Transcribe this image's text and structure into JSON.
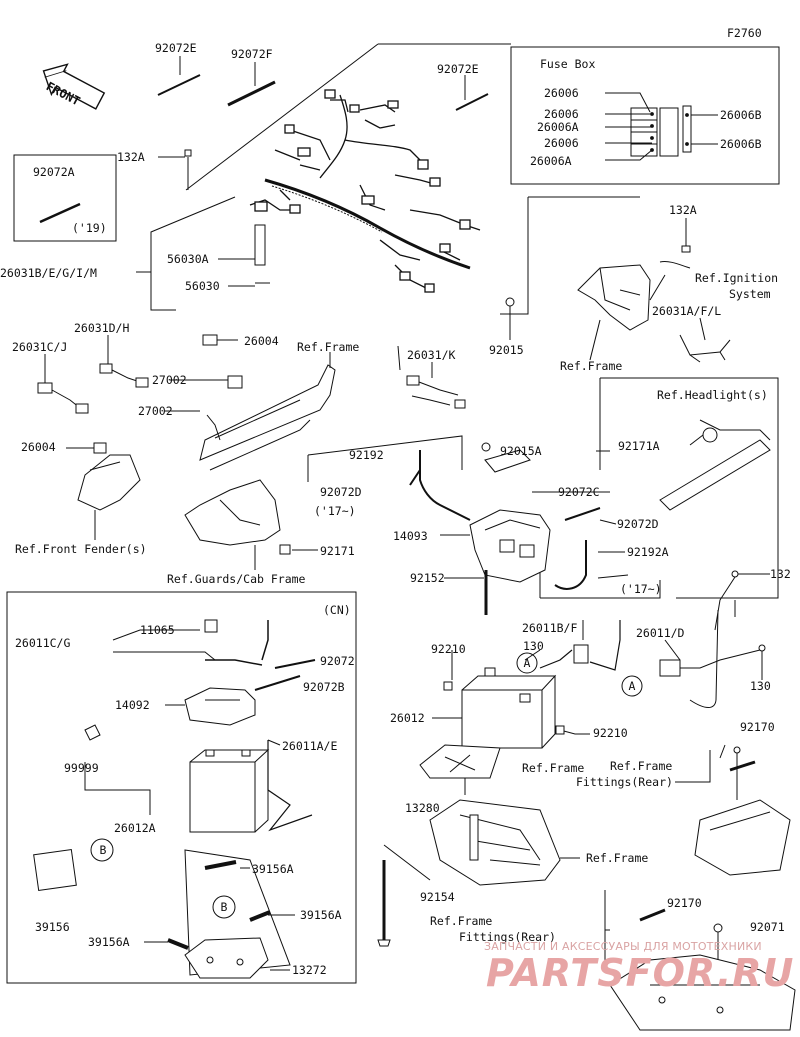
{
  "figure_code": "F2760",
  "front_label": "FRONT",
  "fuse_box_title": "Fuse Box",
  "cn_label": "(CN)",
  "callouts": {
    "a": "A",
    "b": "B"
  },
  "labels": {
    "p92072E_top": "92072E",
    "p92072F": "92072F",
    "p92072E_right": "92072E",
    "p132A_left": "132A",
    "p92072A": "92072A",
    "p19": "('19)",
    "p26031B": "26031B/E/G/I/M",
    "p56030A": "56030A",
    "p56030": "56030",
    "p26004_top": "26004",
    "p92015": "92015",
    "p26006_1": "26006",
    "p26006_2": "26006",
    "p26006A_1": "26006A",
    "p26006_3": "26006",
    "p26006A_2": "26006A",
    "p26006B_1": "26006B",
    "p26006B_2": "26006B",
    "p132A_right": "132A",
    "ref_ignition": "Ref.Ignition",
    "ignition_system": "System",
    "p26031AFL": "26031A/F/L",
    "ref_frame_mid": "Ref.Frame",
    "ref_frame_top": "Ref.Frame",
    "p26031DH": "26031D/H",
    "p26031CJ": "26031C/J",
    "p27002_1": "27002",
    "p27002_2": "27002",
    "p26031K": "26031/K",
    "p26004_left": "26004",
    "ref_front_fender": "Ref.Front Fender(s)",
    "ref_guards": "Ref.Guards/Cab Frame",
    "p92171": "92171",
    "ref_headlight": "Ref.Headlight(s)",
    "p92171A": "92171A",
    "p92192": "92192",
    "p92015A": "92015A",
    "p92072D_left": "92072D",
    "p17_left": "('17~)",
    "p92072C": "92072C",
    "p14093": "14093",
    "p92072D_right": "92072D",
    "p92192A": "92192A",
    "p92152": "92152",
    "p17_right": "('17~)",
    "p132": "132",
    "p11065": "11065",
    "p26011CG": "26011C/G",
    "p92072": "92072",
    "p92072B": "92072B",
    "p14092": "14092",
    "p26011AE": "26011A/E",
    "p99999": "99999",
    "p26012A": "26012A",
    "p39156": "39156",
    "p39156A_1": "39156A",
    "p39156A_2": "39156A",
    "p39156A_3": "39156A",
    "p13272": "13272",
    "p26011BF": "26011B/F",
    "p130_1": "130",
    "p26011D": "26011/D",
    "p92210_1": "92210",
    "p130_2": "130",
    "p26012": "26012",
    "p92210_2": "92210",
    "ref_frame_bat": "Ref.Frame",
    "p13280": "13280",
    "p92170_1": "92170",
    "ref_fittings_1": "Ref.Frame",
    "fittings_rear_1": "Fittings(Rear)",
    "ref_frame_low": "Ref.Frame",
    "p92154": "92154",
    "ref_fittings_2": "Ref.Frame",
    "fittings_rear_2": "Fittings(Rear)",
    "p92170_2": "92170",
    "p92071": "92071"
  },
  "watermark": {
    "line1": "ЗАПЧАСТИ И АКСЕССУАРЫ ДЛЯ МОТОТЕХНИКИ",
    "line2": "PARTSFOR.RU"
  }
}
